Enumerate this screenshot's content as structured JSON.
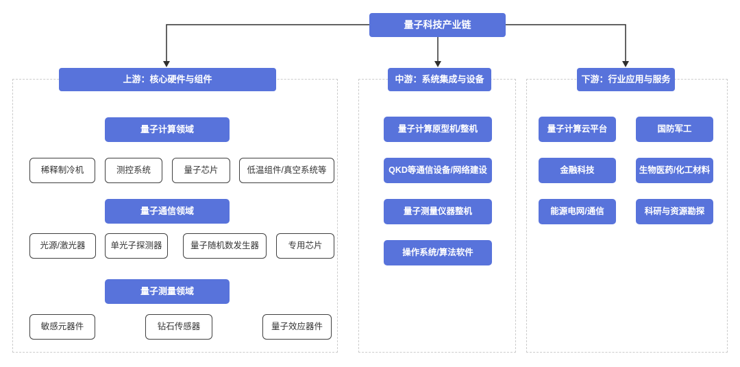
{
  "root": {
    "title": "量子科技产业链"
  },
  "colors": {
    "primary": "#5873db",
    "box_border": "#3e3e3e",
    "container_border": "#cbcbcb",
    "line": "#2f2f2f",
    "item_text": "#333333"
  },
  "columns": [
    {
      "header": "上游：核心硬件与组件",
      "sections": [
        {
          "title": "量子计算领域",
          "items": [
            "稀释制冷机",
            "测控系统",
            "量子芯片",
            "低温组件/真空系统等"
          ]
        },
        {
          "title": "量子通信领域",
          "items": [
            "光源/激光器",
            "单光子探测器",
            "量子随机数发生器",
            "专用芯片"
          ]
        },
        {
          "title": "量子测量领域",
          "items": [
            "敏感元器件",
            "钻石传感器",
            "量子效应器件"
          ]
        }
      ]
    },
    {
      "header": "中游：系统集成与设备",
      "items": [
        "量子计算原型机/整机",
        "QKD等通信设备/网络建设",
        "量子测量仪器整机",
        "操作系统/算法软件"
      ]
    },
    {
      "header": "下游：行业应用与服务",
      "items": [
        "量子计算云平台",
        "国防军工",
        "金融科技",
        "生物医药/化工材料",
        "能源电网/通信",
        "科研与资源勘探"
      ]
    }
  ]
}
